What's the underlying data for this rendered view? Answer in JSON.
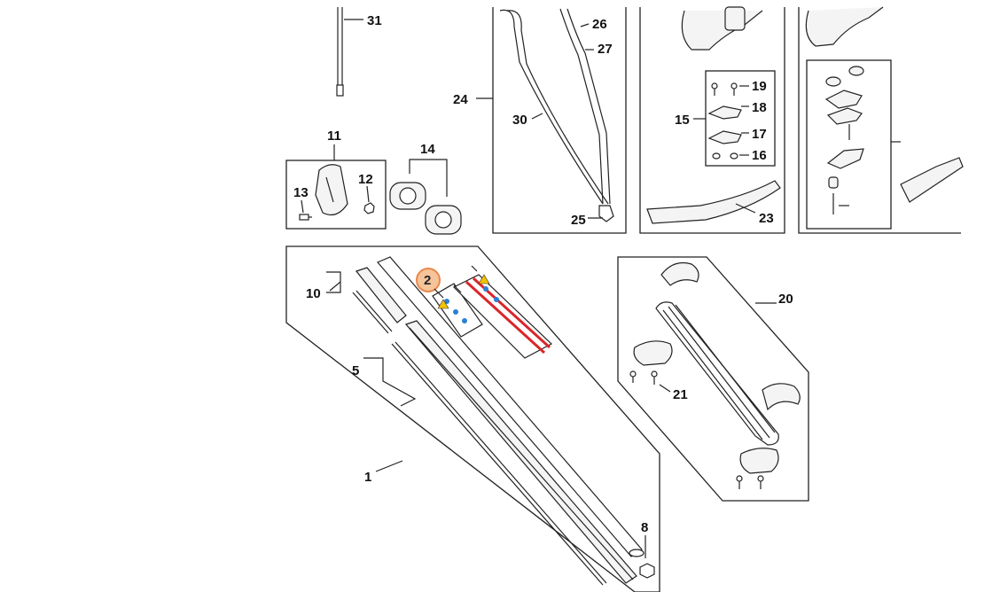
{
  "callouts": {
    "c1": "1",
    "c2": "2",
    "c5": "5",
    "c8": "8",
    "c10": "10",
    "c11": "11",
    "c12": "12",
    "c13": "13",
    "c14": "14",
    "c15": "15",
    "c16": "16",
    "c17": "17",
    "c18": "18",
    "c19": "19",
    "c20": "20",
    "c21": "21",
    "c23": "23",
    "c24": "24",
    "c25": "25",
    "c26": "26",
    "c27": "27",
    "c30": "30",
    "c31": "31"
  },
  "highlight": {
    "part": "2",
    "color": "#f6c49a"
  }
}
